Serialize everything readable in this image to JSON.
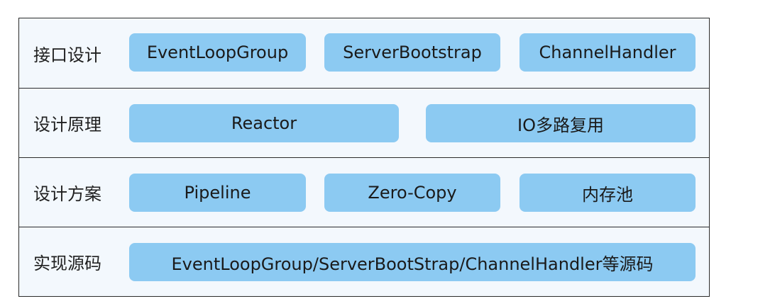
{
  "diagram": {
    "rows": [
      {
        "label": "接口设计",
        "items": [
          "EventLoopGroup",
          "ServerBootstrap",
          "ChannelHandler"
        ]
      },
      {
        "label": "设计原理",
        "items": [
          "Reactor",
          "IO多路复用"
        ]
      },
      {
        "label": "设计方案",
        "items": [
          "Pipeline",
          "Zero-Copy",
          "内存池"
        ]
      },
      {
        "label": "实现源码",
        "items": [
          "EventLoopGroup/ServerBootStrap/ChannelHandler等源码"
        ]
      }
    ],
    "colors": {
      "pill": "#8ccaf2",
      "background": "#f3f8fd",
      "border": "#2b2b2b",
      "text": "#1a1a1a"
    }
  }
}
